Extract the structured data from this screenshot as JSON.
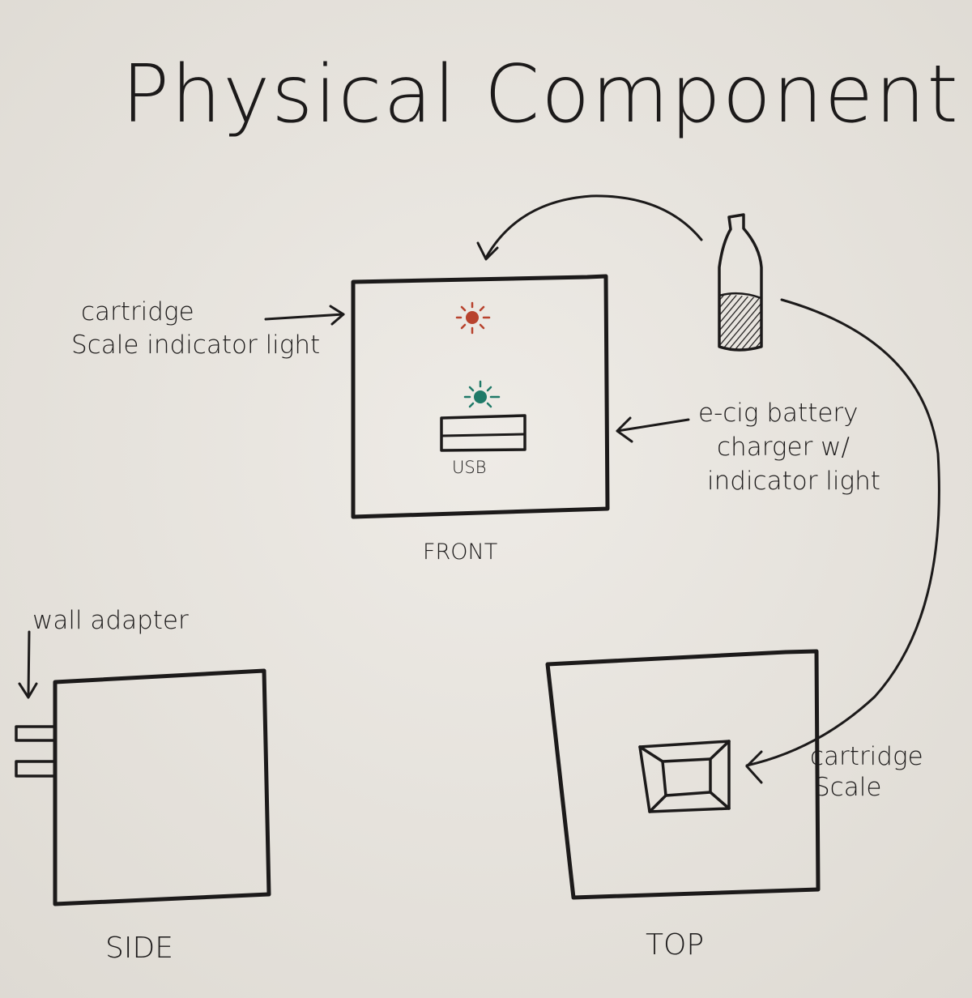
{
  "title": "Physical Component",
  "front_view": {
    "label": "FRONT",
    "usb_label": "USB",
    "annotation_left": [
      "cartridge",
      "Scale indicator light"
    ],
    "annotation_right": [
      "e-cig battery",
      "charger w/",
      "indicator light"
    ]
  },
  "side_view": {
    "label": "SIDE",
    "annotation": "wall adapter"
  },
  "top_view": {
    "label": "TOP",
    "annotation": [
      "cartridge",
      "Scale"
    ]
  },
  "colors": {
    "paper": "#e9e6e0",
    "ink": "#1c1a1a",
    "red_light": "#b8432e",
    "green_light": "#1f7a68"
  }
}
